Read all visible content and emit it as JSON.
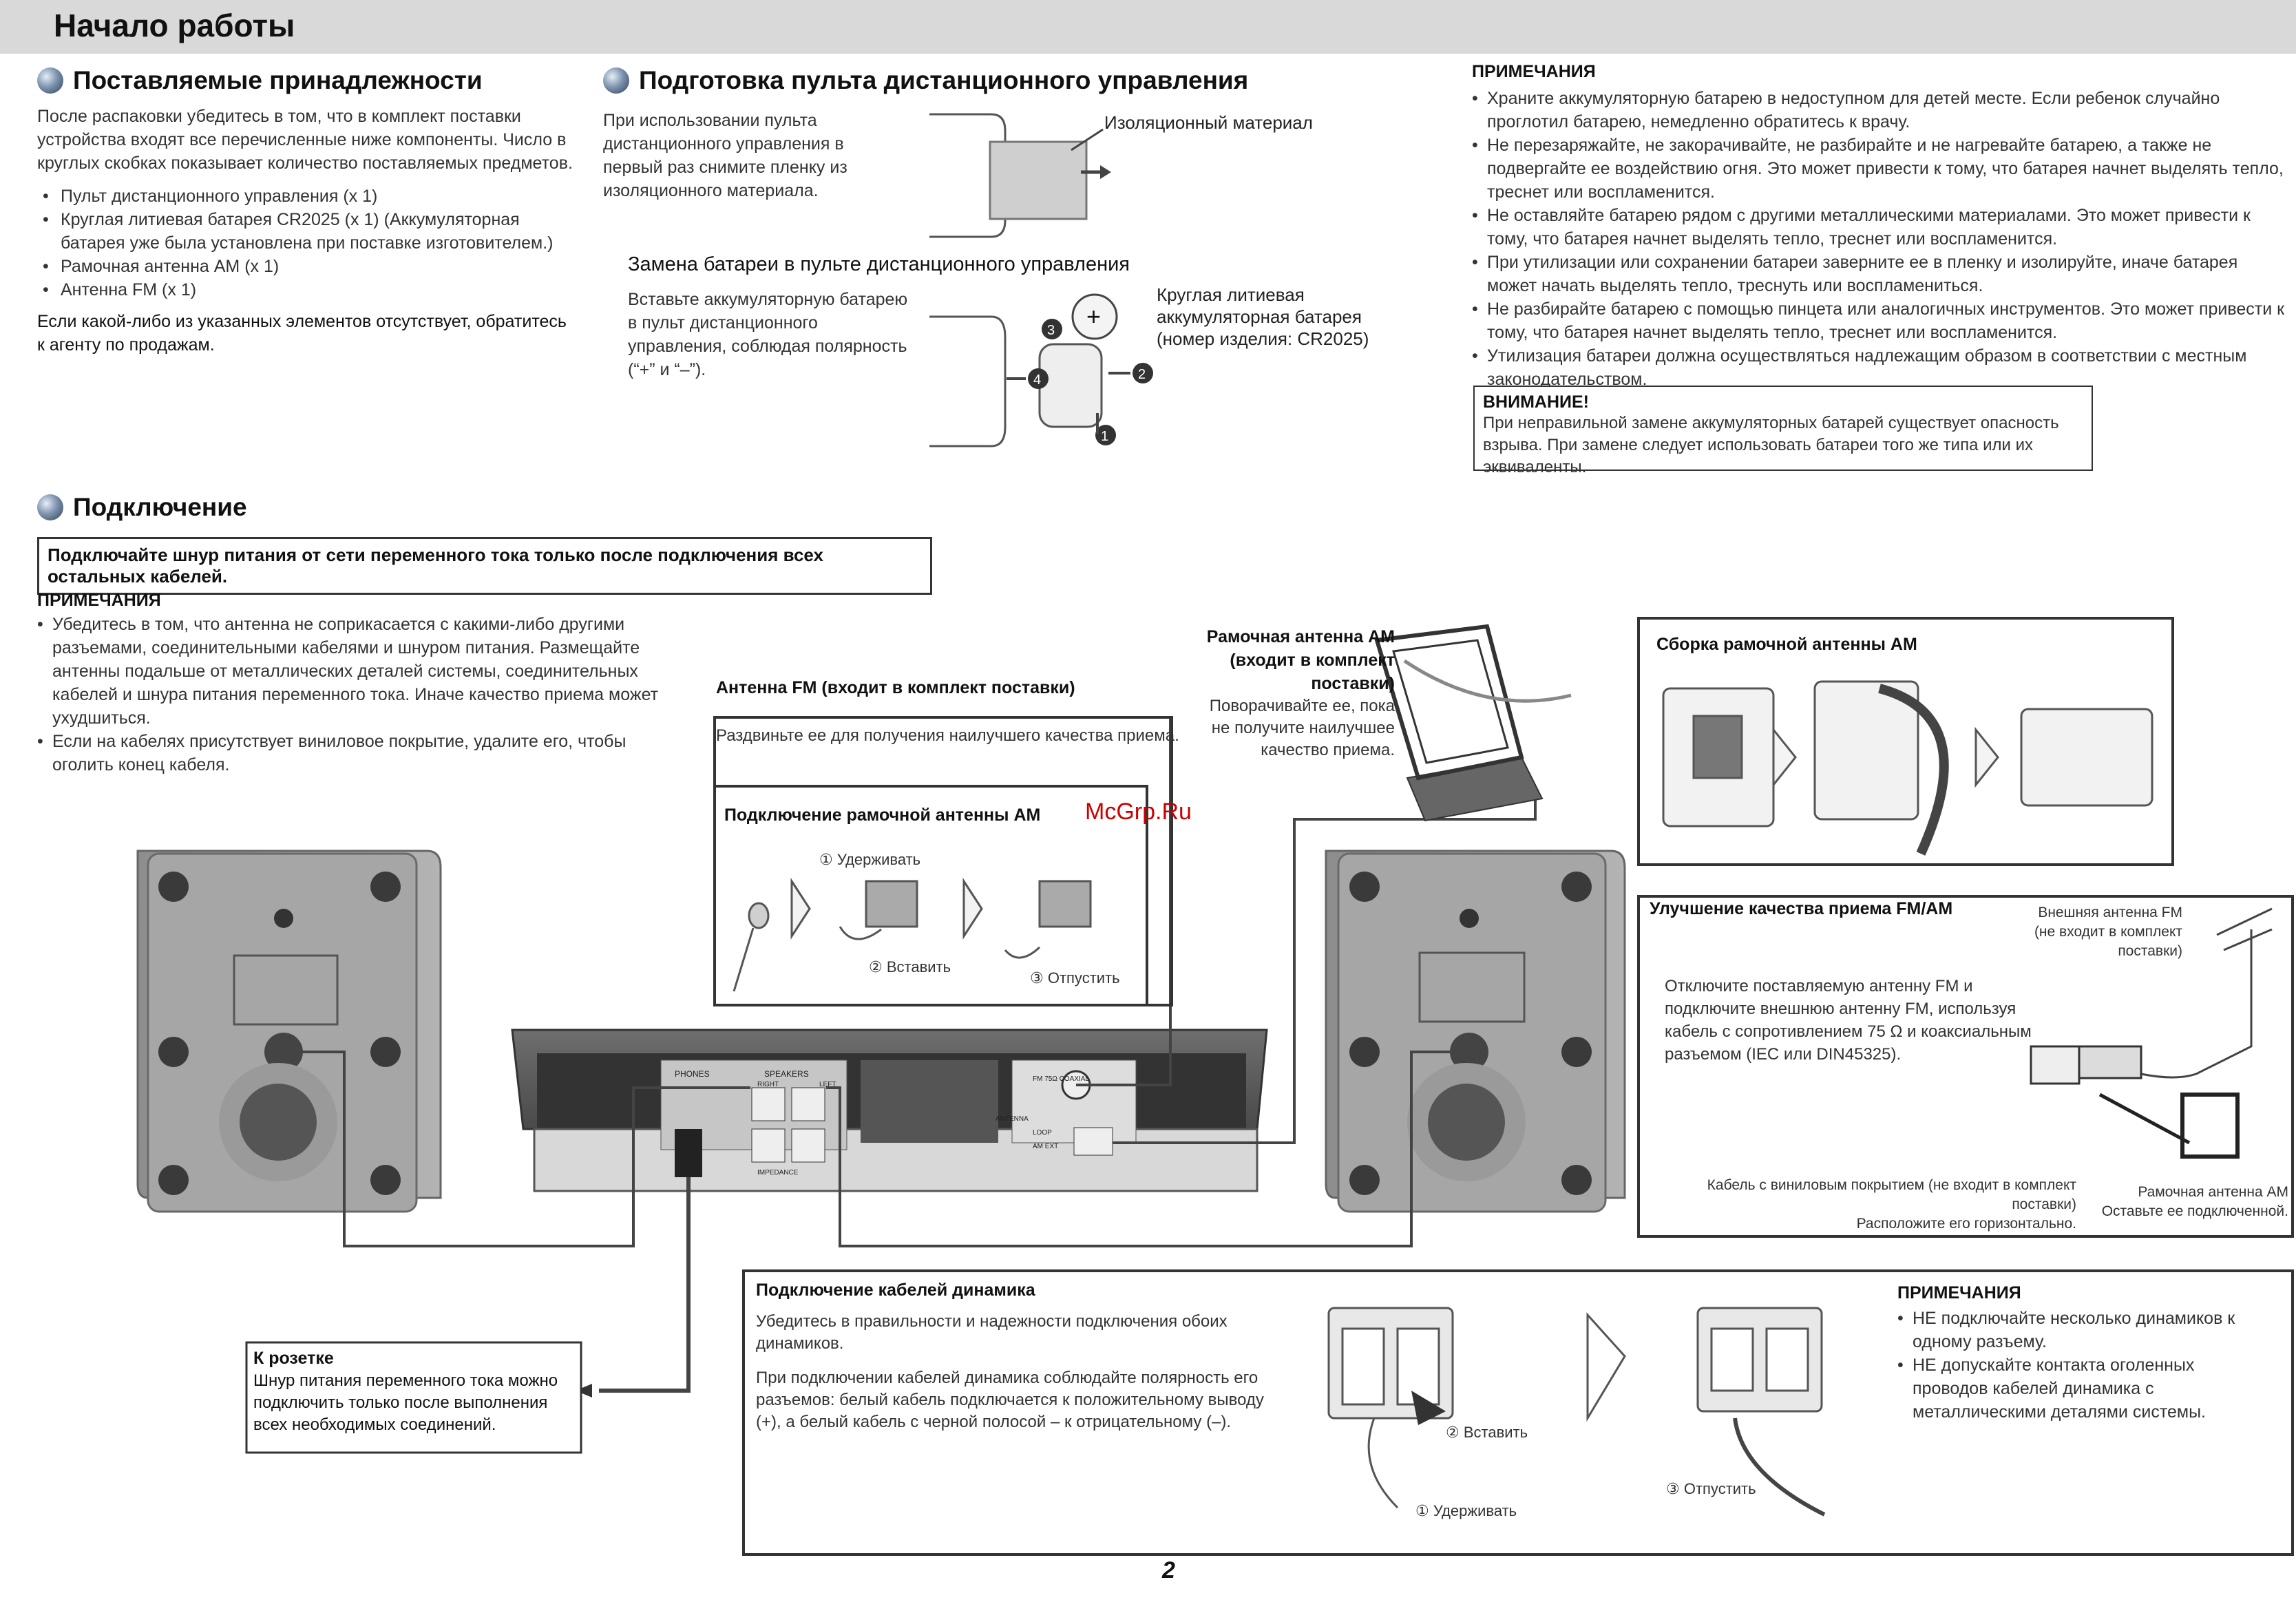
{
  "page": {
    "title": "Начало работы",
    "page_number": "2",
    "watermark": "McGrp.Ru"
  },
  "accessories": {
    "heading": "Поставляемые принадлежности",
    "intro": "После распаковки убедитесь в том, что в комплект поставки устройства входят все перечисленные ниже компоненты. Число в круглых скобках показывает количество поставляемых предметов.",
    "items": [
      "Пульт дистанционного управления (x 1)",
      "Круглая литиевая батарея CR2025 (x 1) (Аккумуляторная батарея уже была установлена при поставке изготовителем.)",
      "Рамочная антенна AM (x 1)",
      "Антенна FM (x 1)"
    ],
    "footer": "Если какой-либо из указанных элементов отсутствует, обратитесь к агенту по продажам."
  },
  "remote": {
    "heading": "Подготовка пульта дистанционного управления",
    "text": "При использовании пульта дистанционного управления в первый раз снимите пленку из изоляционного материала.",
    "insulation_label": "Изоляционный материал",
    "replace_heading": "Замена батареи в пульте дистанционного управления",
    "replace_text": "Вставьте аккумуляторную батарею в пульт дистанционного управления, соблюдая полярность (“+” и “–”).",
    "battery_label": "Круглая литиевая аккумуляторная батарея",
    "battery_part": "(номер изделия: CR2025)",
    "steps": [
      "3",
      "4",
      "2",
      "1"
    ]
  },
  "notes_top": {
    "heading": "ПРИМЕЧАНИЯ",
    "items": [
      "Храните аккумуляторную батарею в недоступном для детей месте. Если ребенок случайно проглотил батарею, немедленно обратитесь к врачу.",
      "Не перезаряжайте, не закорачивайте, не разбирайте и не нагревайте батарею, а также не подвергайте ее воздействию огня. Это может привести к тому, что батарея начнет выделять тепло, треснет или воспламенится.",
      "Не оставляйте батарею рядом с другими металлическими материалами. Это может привести к тому, что батарея начнет выделять тепло, треснет или воспламенится.",
      "При утилизации или сохранении батареи заверните ее в пленку и изолируйте, иначе батарея может начать выделять тепло, треснуть или воспламениться.",
      "Не разбирайте батарею с помощью пинцета или аналогичных инструментов. Это может привести к тому, что батарея начнет выделять тепло, треснет или воспламенится.",
      "Утилизация батареи должна осуществляться надлежащим образом в соответствии с местным законодательством."
    ],
    "caution_heading": "ВНИМАНИЕ!",
    "caution_text": "При неправильной замене аккумуляторных батарей существует опасность взрыва. При замене следует использовать батареи того же типа или их эквиваленты."
  },
  "connection": {
    "heading": "Подключение",
    "warning": "Подключайте шнур питания от сети переменного тока только после подключения всех остальных кабелей.",
    "notes_heading": "ПРИМЕЧАНИЯ",
    "notes": [
      "Убедитесь в том, что антенна не соприкасается с какими-либо другими разъемами, соединительными кабелями и шнуром питания. Размещайте антенны подальше от металлических деталей системы, соединительных кабелей и шнура питания переменного тока. Иначе качество приема может ухудшиться.",
      "Если на кабелях присутствует виниловое покрытие, удалите его, чтобы оголить конец кабеля."
    ]
  },
  "fm_antenna": {
    "heading": "Антенна FM (входит в комплект поставки)",
    "text": "Раздвиньте ее для получения наилучшего качества приема."
  },
  "am_loop": {
    "heading": "Рамочная антенна AM (входит в комплект поставки)",
    "text": "Поворачивайте ее, пока не получите наилучшее качество приема.",
    "assembly_heading": "Сборка рамочной антенны AM"
  },
  "am_connect": {
    "heading": "Подключение рамочной антенны AM",
    "step1": "① Удерживать",
    "step2": "② Вставить",
    "step3": "③ Отпустить"
  },
  "improve": {
    "heading": "Улучшение качества приема FM/AM",
    "ext_antenna": "Внешняя антенна FM (не входит в комплект поставки)",
    "text": "Отключите поставляемую антенну FM и подключите внешнюю антенну FM, используя кабель с сопротивлением 75 Ω и коаксиальным разъемом (IEC или DIN45325).",
    "cable_label": "Кабель с виниловым покрытием (не входит в комплект поставки)",
    "cable_label2": "Расположите его горизонтально.",
    "am_label": "Рамочная антенна AM",
    "am_label2": "Оставьте ее подключенной."
  },
  "outlet": {
    "heading": "К розетке",
    "text": "Шнур питания переменного тока можно подключить только после выполнения всех необходимых соединений."
  },
  "speaker": {
    "heading": "Подключение кабелей динамика",
    "text1": "Убедитесь в правильности и надежности подключения обоих динамиков.",
    "text2": "При подключении кабелей динамика соблюдайте полярность его разъемов: белый кабель подключается к положительному выводу (+), а белый кабель с черной полосой – к отрицательному (–).",
    "step1": "① Удерживать",
    "step2": "② Вставить",
    "step3": "③ Отпустить",
    "notes_heading": "ПРИМЕЧАНИЯ",
    "notes": [
      "НЕ подключайте несколько динамиков к одному разъему.",
      "НЕ допускайте контакта оголенных проводов кабелей динамика с металлическими деталями системы."
    ]
  },
  "panel": {
    "phones": "PHONES",
    "speakers": "SPEAKERS",
    "right": "RIGHT",
    "left": "LEFT",
    "impedance": "IMPEDANCE",
    "antenna": "ANTENNA",
    "fm": "FM 75Ω COAXIAL",
    "loop": "LOOP",
    "am_ext": "AM EXT"
  }
}
